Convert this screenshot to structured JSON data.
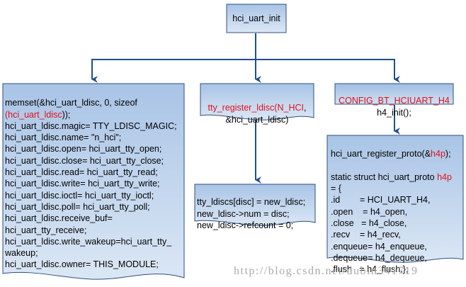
{
  "nodes": {
    "root": {
      "label": "hci_uart_init"
    },
    "ldisc_setup": {
      "lines": [
        [
          "memset(&hci_uart_ldisc, 0, sizeof",
          ""
        ],
        [
          "",
          "(hci_uart_ldisc",
          "));"
        ],
        [
          "hci_uart_ldisc.magic= TTY_LDISC_MAGIC;"
        ],
        [
          "hci_uart_ldisc.name= \"n_hci\";"
        ],
        [
          "hci_uart_ldisc.open= hci_uart_tty_open;"
        ],
        [
          "hci_uart_ldisc.close= hci_uart_tty_close;"
        ],
        [
          "hci_uart_ldisc.read= hci_uart_tty_read;"
        ],
        [
          "hci_uart_ldisc.write= hci_uart_tty_write;"
        ],
        [
          "hci_uart_ldisc.ioctl= hci_uart_tty_ioctl;"
        ],
        [
          "hci_uart_ldisc.poll= hci_uart_tty_poll;"
        ],
        [
          "hci_uart_ldisc.receive_buf="
        ],
        [
          "hci_uart_tty_receive;"
        ],
        [
          "hci_uart_ldisc.write_wakeup=hci_uart_tty_"
        ],
        [
          "wakeup;"
        ],
        [
          "hci_uart_ldisc.owner= THIS_MODULE;"
        ]
      ]
    },
    "register_ldisc": {
      "call_name": "tty_register_ldisc(",
      "call_arg": "N_HCI",
      "call_sep": ",",
      "line2": "&hci_uart_ldisc)"
    },
    "h4_config": {
      "config": "CONFIG_BT_HCIUART_H4",
      "call": "h4_init();"
    },
    "ldiscs_assign": {
      "lines": [
        "tty_ldiscs[disc] = new_ldisc;",
        "new_ldisc->num = disc;",
        "new_ldisc->refcount = 0;"
      ]
    },
    "register_proto": {
      "call_prefix": "hci_uart_register_proto(&",
      "call_arg": "h4p",
      "call_suffix": ");",
      "decl_prefix": "static struct hci_uart_proto ",
      "decl_name": "h4p",
      "fields": [
        "= {",
        ".id        = HCI_UART_H4,",
        ".open    = h4_open,",
        ".close   = h4_close,",
        ".recv    = h4_recv,",
        ".enqueue= h4_enqueue,",
        ".dequeue= h4_dequeue,",
        ".flush   = h4_flush,};"
      ]
    }
  },
  "watermark": "http://blog.csdn.net/dubin341719",
  "colors": {
    "box_fill_top": "#a9c4e6",
    "box_fill_bottom": "#dbe7f5",
    "box_border": "#2f4f7f",
    "connector": "#1f4e8c",
    "highlight_text": "#e0101a"
  }
}
